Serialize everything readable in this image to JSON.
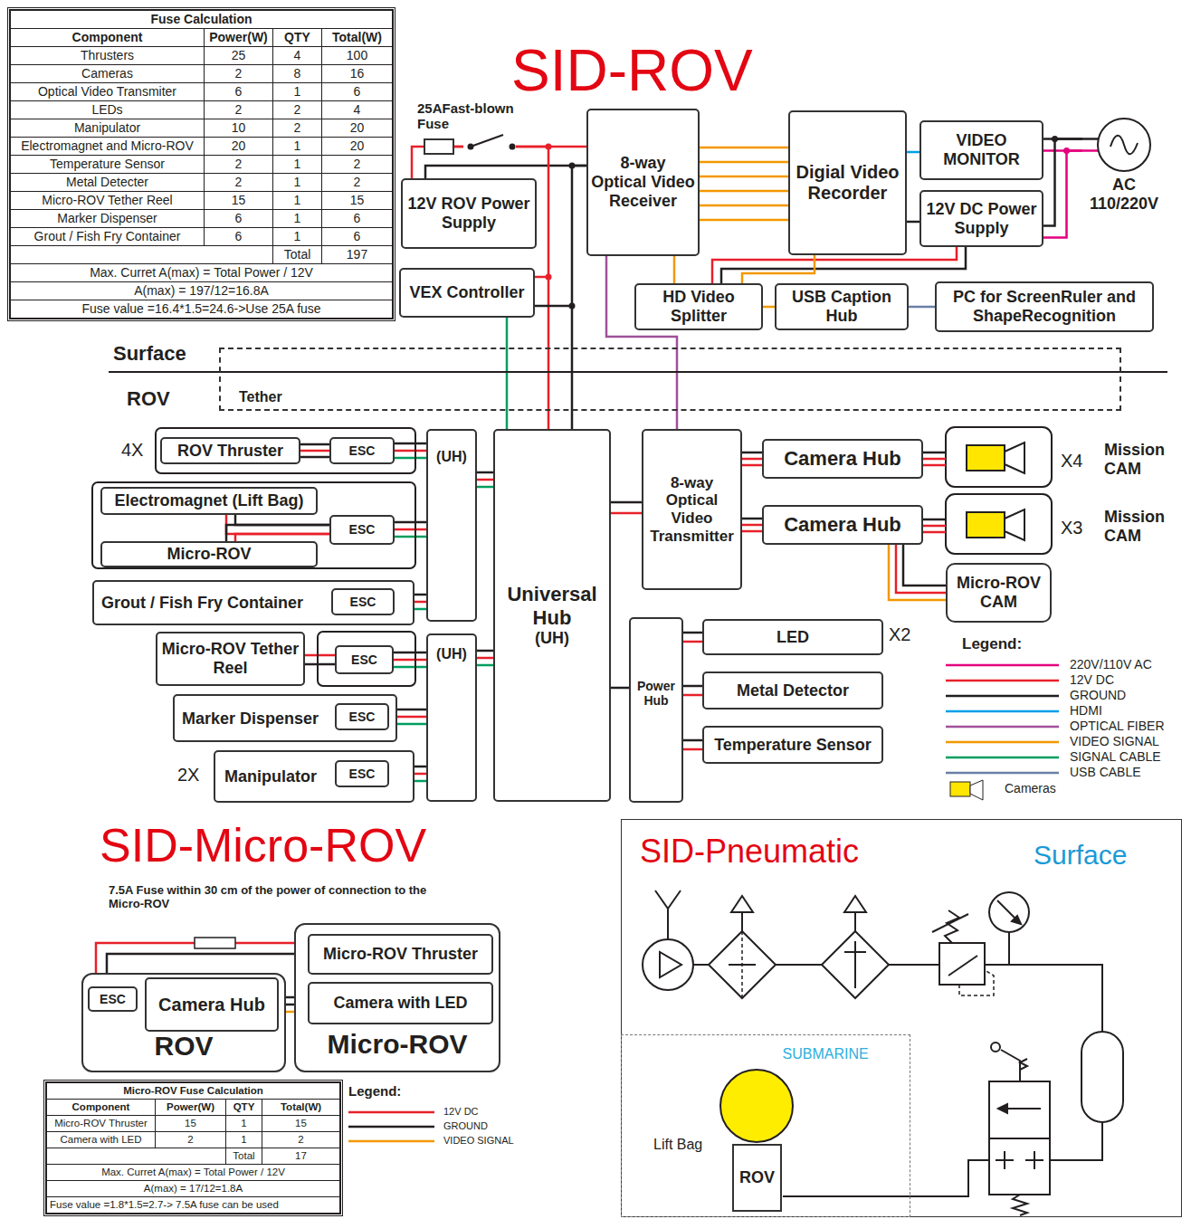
{
  "diagram": {
    "title": "SID-ROV",
    "nodes": [
      {
        "text": [
          "12V ROV Power Supply"
        ]
      },
      {
        "text": [
          "VEX Controller"
        ]
      },
      {
        "text": [
          "8-way Optical Video Receiver"
        ]
      },
      {
        "text": [
          "Digial Video Recorder"
        ]
      },
      {
        "text": [
          "VIDEO MONITOR"
        ]
      },
      {
        "text": [
          "12V DC Power Supply"
        ]
      },
      {
        "text": [
          "AC 110/220V"
        ]
      },
      {
        "text": [
          "HD Video Splitter"
        ]
      },
      {
        "text": [
          "USB Caption Hub"
        ]
      },
      {
        "text": [
          "PC for ScreenRuler and ShapeRecognition"
        ]
      },
      {
        "text": [
          "25AFast-blown Fuse"
        ]
      },
      {
        "text": [
          "Tether"
        ]
      },
      {
        "text": [
          "Universal Hub",
          "(UH)"
        ]
      },
      {
        "text": [
          "(UH)"
        ]
      },
      {
        "text": [
          "(UH)"
        ]
      },
      {
        "text": [
          "ROV Thruster"
        ]
      },
      {
        "text": [
          "ESC"
        ]
      },
      {
        "text": [
          "Electromagnet (Lift Bag)"
        ]
      },
      {
        "text": [
          "ESC"
        ]
      },
      {
        "text": [
          "Micro-ROV"
        ]
      },
      {
        "text": [
          "Grout / Fish Fry Container"
        ]
      },
      {
        "text": [
          "ESC"
        ],
        "in": 20
      },
      {
        "text": [
          "Micro-ROV Tether Reel"
        ]
      },
      {
        "text": [
          "ESC"
        ]
      },
      {
        "text": [
          "Marker Dispenser"
        ]
      },
      {
        "text": [
          "ESC"
        ],
        "in": 24
      },
      {
        "text": [
          "Manipulator"
        ]
      },
      {
        "text": [
          "ESC"
        ],
        "in": 26
      },
      {
        "text": [
          "8-way Optical Video Transmitter"
        ]
      },
      {
        "text": [
          "Camera Hub"
        ]
      },
      {
        "text": [
          "Camera Hub"
        ]
      },
      {
        "text": [
          "Micro-ROV CAM"
        ]
      },
      {
        "text": [
          "Power Hub"
        ]
      },
      {
        "text": [
          "LED"
        ]
      },
      {
        "text": [
          "Metal Detector"
        ]
      },
      {
        "text": [
          "Temperature Sensor"
        ]
      },
      {
        "text": [
          "ROV"
        ]
      },
      {
        "text": [
          "ESC"
        ],
        "in": 36
      },
      {
        "text": [
          "Camera Hub"
        ],
        "in": 36
      },
      {
        "text": [
          "Micro-ROV"
        ]
      },
      {
        "text": [
          "Micro-ROV Thruster"
        ],
        "in": 39
      },
      {
        "text": [
          "Camera with LED"
        ],
        "in": 39
      },
      {
        "text": [
          "SID-Pneumatic",
          "Surface"
        ]
      },
      {
        "text": [
          "SUBMARINE"
        ],
        "in": 42
      },
      {
        "text": [
          "ROV"
        ],
        "in": 43
      }
    ],
    "edges": [
      {
        "from": 0,
        "to": 10,
        "arrow": "none"
      },
      {
        "from": 10,
        "to": 2,
        "arrow": "none"
      },
      {
        "from": 0,
        "to": 2,
        "arrow": "none"
      },
      {
        "from": 10,
        "to": 12,
        "arrow": "none"
      },
      {
        "from": 2,
        "to": 12,
        "arrow": "none"
      },
      {
        "from": 1,
        "to": 12,
        "arrow": "none"
      },
      {
        "from": 2,
        "to": 28,
        "arrow": "none"
      },
      {
        "from": 2,
        "to": 3,
        "arrow": "none"
      },
      {
        "from": 3,
        "to": 4,
        "arrow": "none"
      },
      {
        "from": 3,
        "to": 5,
        "arrow": "none"
      },
      {
        "from": 4,
        "to": 6,
        "arrow": "none"
      },
      {
        "from": 5,
        "to": 6,
        "arrow": "none"
      },
      {
        "from": 5,
        "to": 7,
        "arrow": "none"
      },
      {
        "from": 2,
        "to": 7,
        "arrow": "none"
      },
      {
        "from": 3,
        "to": 7,
        "arrow": "none"
      },
      {
        "from": 7,
        "to": 8,
        "arrow": "none"
      },
      {
        "from": 8,
        "to": 9,
        "arrow": "none"
      },
      {
        "from": 13,
        "to": 12,
        "arrow": "none"
      },
      {
        "from": 14,
        "to": 12,
        "arrow": "none"
      },
      {
        "from": 15,
        "to": 16,
        "arrow": "none"
      },
      {
        "from": 16,
        "to": 13,
        "arrow": "none"
      },
      {
        "from": 17,
        "to": 18,
        "arrow": "none"
      },
      {
        "from": 19,
        "to": 18,
        "arrow": "none"
      },
      {
        "from": 18,
        "to": 13,
        "arrow": "none"
      },
      {
        "from": 21,
        "to": 13,
        "arrow": "none"
      },
      {
        "from": 22,
        "to": 23,
        "arrow": "none"
      },
      {
        "from": 23,
        "to": 14,
        "arrow": "none"
      },
      {
        "from": 25,
        "to": 14,
        "arrow": "none"
      },
      {
        "from": 27,
        "to": 14,
        "arrow": "none"
      },
      {
        "from": 12,
        "to": 28,
        "arrow": "none"
      },
      {
        "from": 28,
        "to": 29,
        "arrow": "none"
      },
      {
        "from": 28,
        "to": 30,
        "arrow": "none"
      },
      {
        "from": 30,
        "to": 31,
        "arrow": "none"
      },
      {
        "from": 12,
        "to": 32,
        "arrow": "none"
      },
      {
        "from": 32,
        "to": 33,
        "arrow": "none"
      },
      {
        "from": 32,
        "to": 34,
        "arrow": "none"
      },
      {
        "from": 32,
        "to": 35,
        "arrow": "none"
      },
      {
        "from": 37,
        "to": 40,
        "arrow": "none"
      },
      {
        "from": 38,
        "to": 41,
        "arrow": "none"
      }
    ],
    "labels": [
      "Fuse Calculation",
      "Component",
      "Power(W)",
      "QTY",
      "Total(W)",
      "Thrusters",
      "25",
      "4",
      "100",
      "Cameras",
      "2",
      "8",
      "16",
      "Optical Video Transmiter",
      "6",
      "1",
      "6",
      "LEDs",
      "2",
      "2",
      "4",
      "Manipulator",
      "10",
      "2",
      "20",
      "Electromagnet and Micro-ROV",
      "20",
      "1",
      "20",
      "Temperature Sensor",
      "2",
      "1",
      "2",
      "Metal Detecter",
      "2",
      "1",
      "2",
      "Micro-ROV Tether Reel",
      "15",
      "1",
      "15",
      "Marker Dispenser",
      "6",
      "1",
      "6",
      "Grout / Fish Fry Container",
      "6",
      "1",
      "6",
      "Total",
      "197",
      "Max. Curret A(max) = Total Power / 12V",
      "A(max) = 197/12=16.8A",
      "Fuse value =16.4*1.5=24.6->Use 25A fuse",
      "Micro-ROV Fuse Calculation",
      "Component",
      "Power(W)",
      "QTY",
      "Total(W)",
      "Micro-ROV Thruster",
      "15",
      "1",
      "15",
      "Camera with LED",
      "2",
      "1",
      "2",
      "Total",
      "17",
      "Max. Curret A(max) = Total Power / 12V",
      "A(max) = 17/12=1.8A",
      "Fuse value =1.8*1.5=2.7-> 7.5A fuse can be used",
      "SID-Micro-ROV",
      "Surface",
      "ROV",
      "4X",
      "2X",
      "X4",
      "Mission CAM",
      "X3",
      "Mission CAM",
      "X2",
      "Legend:",
      "Legend:",
      "7.5A Fuse within 30 cm of the power of connection to the Micro-ROV",
      "Lift Bag"
    ],
    "legend": [
      {
        "text": "220V/110V AC"
      },
      {
        "text": "12V DC"
      },
      {
        "text": "GROUND"
      },
      {
        "text": "HDMI"
      },
      {
        "text": "OPTICAL FIBER"
      },
      {
        "text": "VIDEO SIGNAL"
      },
      {
        "text": "SIGNAL CABLE"
      },
      {
        "text": "USB CABLE"
      },
      {
        "text": "Cameras"
      },
      {
        "text": "12V DC"
      },
      {
        "text": "GROUND"
      },
      {
        "text": "VIDEO SIGNAL"
      }
    ]
  }
}
